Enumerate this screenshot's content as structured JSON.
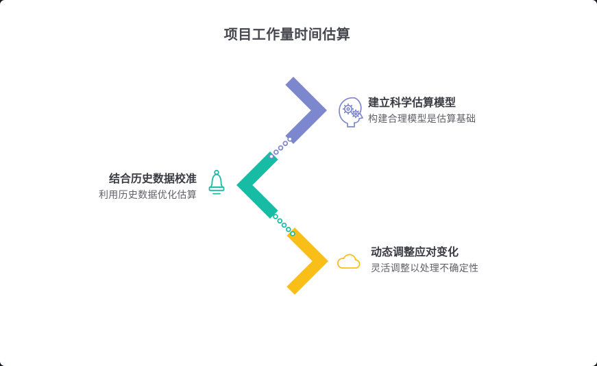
{
  "title": "项目工作量时间估算",
  "items": [
    {
      "heading": "建立科学估算模型",
      "subtext": "构建合理模型是估算基础",
      "color": "#7d87cd",
      "icon": "brain-gears-icon",
      "direction": "right"
    },
    {
      "heading": "结合历史数据校准",
      "subtext": "利用历史数据优化估算",
      "color": "#16bca3",
      "icon": "bell-icon",
      "direction": "left"
    },
    {
      "heading": "动态调整应对变化",
      "subtext": "灵活调整以处理不确定性",
      "color": "#f9be17",
      "icon": "cloud-icon",
      "direction": "right"
    }
  ],
  "connectors": [
    {
      "style": "dotted",
      "color": "#7d87cd"
    },
    {
      "style": "dotted",
      "color": "#16bca3"
    }
  ]
}
